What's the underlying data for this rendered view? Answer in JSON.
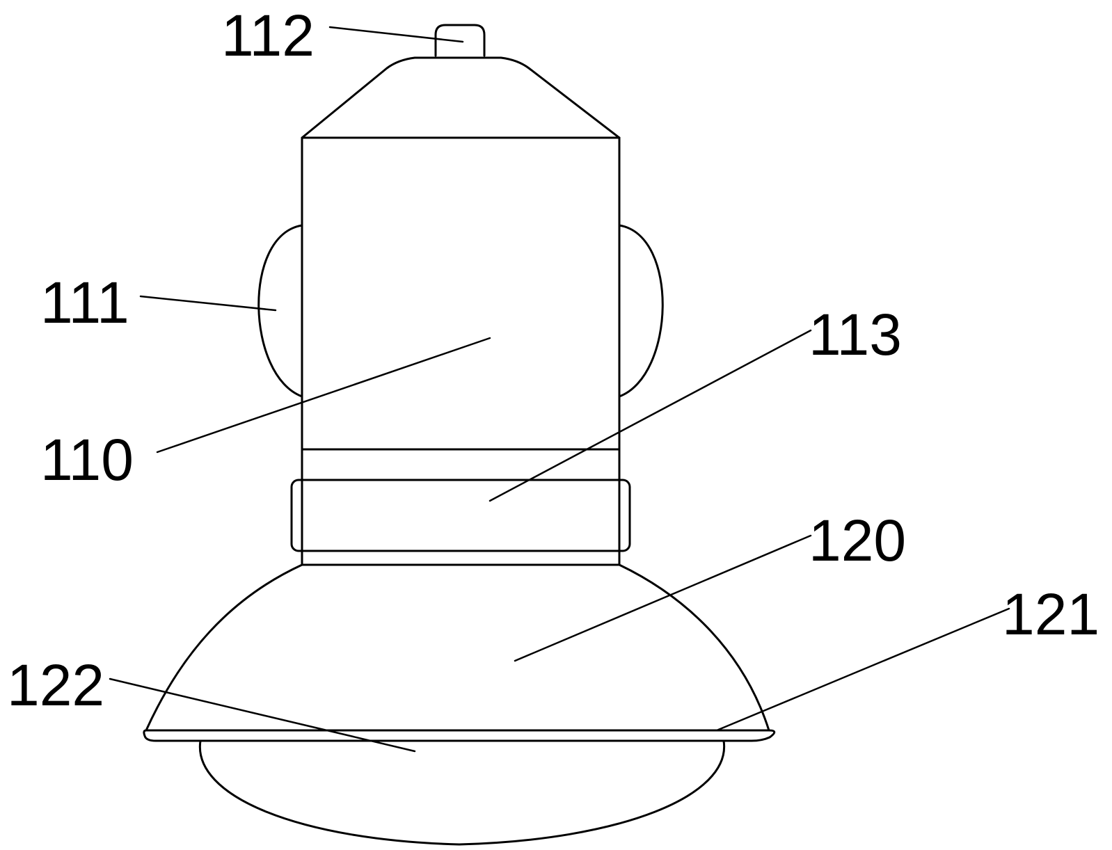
{
  "figure": {
    "labels": {
      "l112": "112",
      "l111": "111",
      "l113": "113",
      "l110": "110",
      "l120": "120",
      "l121": "121",
      "l122": "122"
    },
    "colors": {
      "line": "#000000",
      "background": "#ffffff"
    }
  }
}
